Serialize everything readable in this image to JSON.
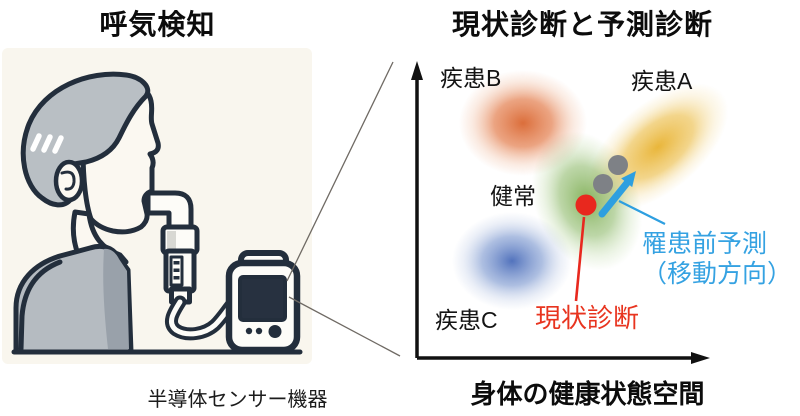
{
  "page": {
    "background": "#ffffff"
  },
  "left_panel": {
    "title": "呼気検知",
    "caption": "半導体センサー機器",
    "illustration": {
      "hair_color": "#b9bfc4",
      "skin_color": "#fbf8f1",
      "outline_color": "#232e3c",
      "background_color": "#f9f6ee"
    }
  },
  "right_panel": {
    "title": "現状診断と予測診断",
    "x_axis_label": "身体の健康状態空間",
    "clusters": [
      {
        "id": "disease-b",
        "label": "疾患B",
        "color": "#d96630"
      },
      {
        "id": "disease-a",
        "label": "疾患A",
        "color": "#e8b230"
      },
      {
        "id": "healthy",
        "label": "健常",
        "color": "#7fae54"
      },
      {
        "id": "disease-c",
        "label": "疾患C",
        "color": "#3f63b5"
      }
    ],
    "annotations": {
      "current_diagnosis": {
        "label": "現状診断",
        "color": "#e8341f"
      },
      "prediction": {
        "label_line1": "罹患前予測",
        "label_line2": "（移動方向）",
        "color": "#35a2e2"
      }
    },
    "markers": {
      "current_point_color": "#e8281e",
      "predicted_point_color": "#7e8186",
      "arrow_color": "#2e9fe0"
    }
  }
}
